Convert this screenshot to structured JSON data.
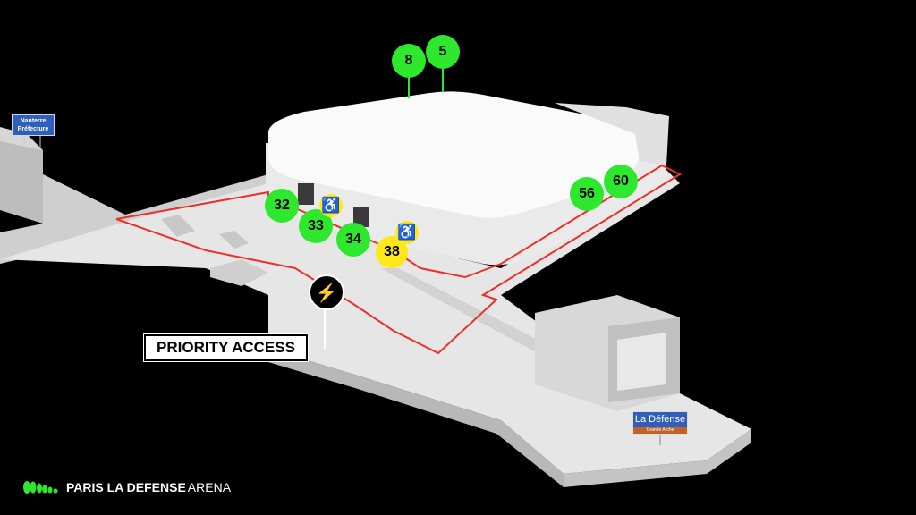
{
  "title": "Paris La Defense Arena access map",
  "colors": {
    "green": "#2ee82e",
    "yellow": "#ffe81a",
    "route": "#e8322a",
    "background": "#000000"
  },
  "gates_green": [
    {
      "label": "8"
    },
    {
      "label": "5"
    },
    {
      "label": "32"
    },
    {
      "label": "33"
    },
    {
      "label": "34"
    },
    {
      "label": "56"
    },
    {
      "label": "60"
    }
  ],
  "gates_yellow": [
    {
      "label": "38"
    }
  ],
  "accessibility_icons": [
    "wheelchair-icon",
    "wheelchair-icon"
  ],
  "priority_access": {
    "label": "PRIORITY ACCESS",
    "icon": "lightning-icon"
  },
  "signs": {
    "nanterre": {
      "line1": "Nanterre",
      "line2": "Préfecture"
    },
    "ladefense": {
      "title": "La Défense",
      "subtitle": "Grande Arche"
    }
  },
  "logo": {
    "bold": "PARIS LA DEFENSE",
    "light": "ARENA"
  }
}
